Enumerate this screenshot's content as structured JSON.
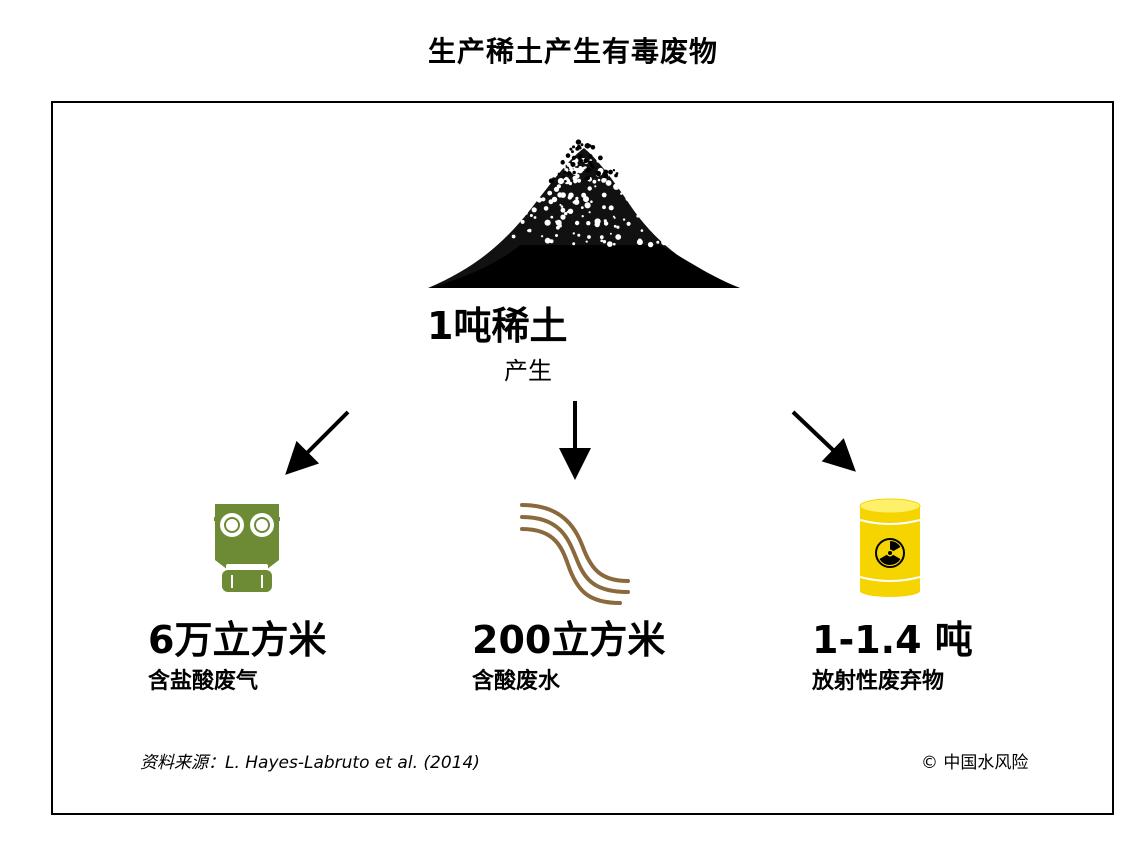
{
  "title": "生产稀土产生有毒废物",
  "source": {
    "amount": "1吨稀土",
    "verb": "产生"
  },
  "outputs": [
    {
      "amount": "6万立方米",
      "description": "含盐酸废气",
      "icon": "gas-mask-icon",
      "color": "#6d8a35"
    },
    {
      "amount": "200立方米",
      "description": "含酸废水",
      "icon": "waste-water-icon",
      "color": "#8a6a3d"
    },
    {
      "amount": "1-1.4 吨",
      "description": "放射性废弃物",
      "icon": "radioactive-barrel-icon",
      "color": "#f5d400"
    }
  ],
  "footer": {
    "citation": "资料来源：L. Hayes-Labruto et al. (2014)",
    "copyright": "© 中国水风险"
  }
}
